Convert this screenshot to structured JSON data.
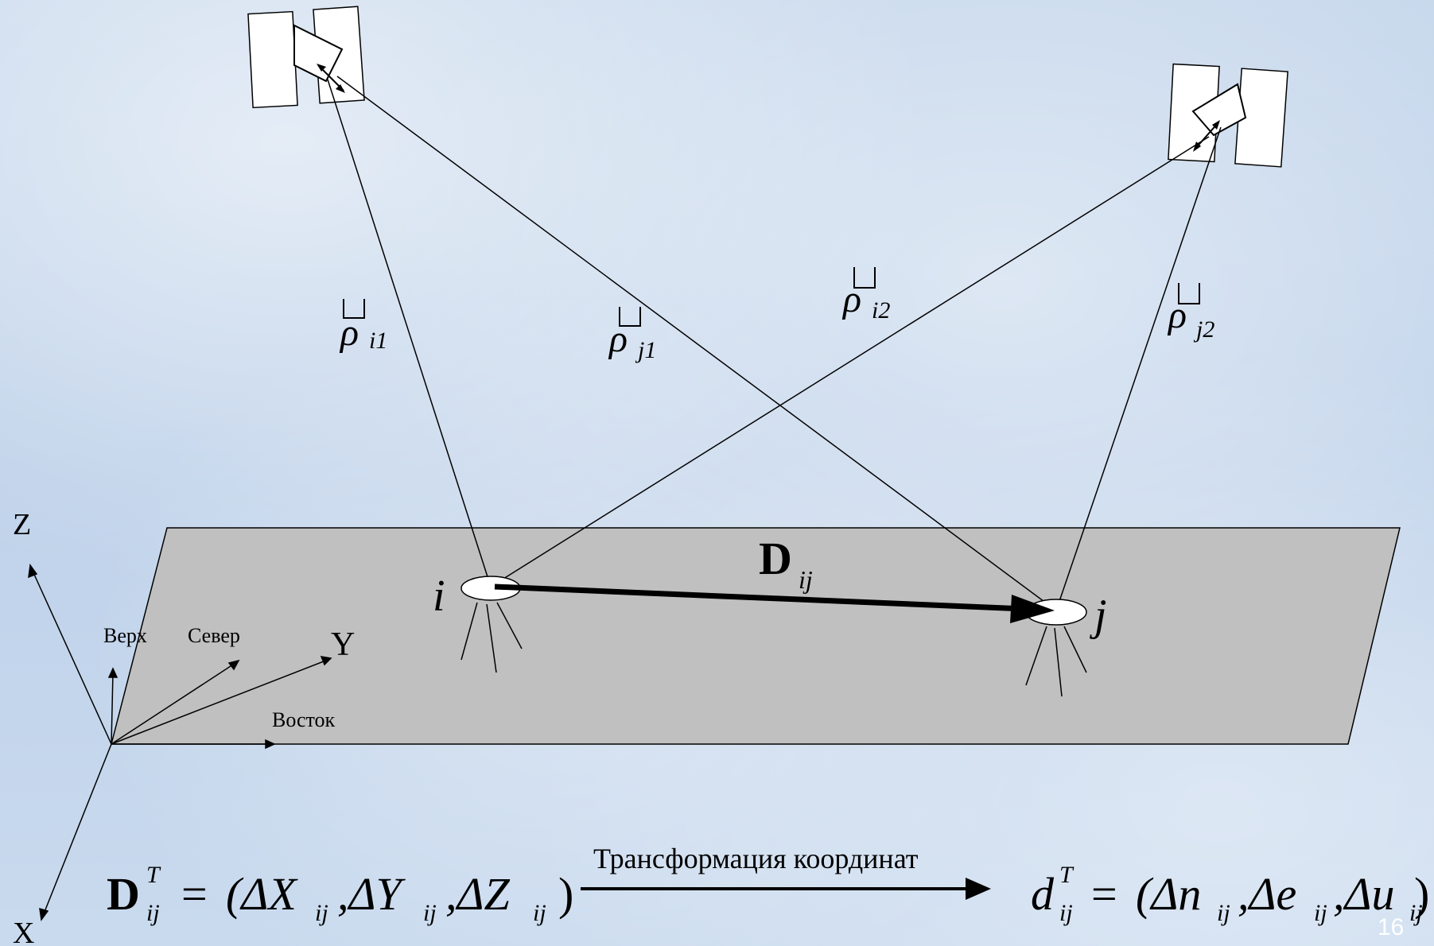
{
  "satellites": [
    {
      "id": "satellite-1"
    },
    {
      "id": "satellite-2"
    }
  ],
  "ranges": {
    "rho_i1": {
      "symbol": "ρ",
      "sub": "i1"
    },
    "rho_j1": {
      "symbol": "ρ",
      "sub": "j1"
    },
    "rho_i2": {
      "symbol": "ρ",
      "sub": "i2"
    },
    "rho_j2": {
      "symbol": "ρ",
      "sub": "j2"
    }
  },
  "stations": {
    "i": "i",
    "j": "j"
  },
  "baseline": {
    "symbol": "D",
    "sub": "ij"
  },
  "axes": {
    "z": "Z",
    "y": "Y",
    "x": "X",
    "up": "Верх",
    "north": "Север",
    "east": "Восток"
  },
  "formula": {
    "left_symbol": "D",
    "left_sup": "T",
    "left_sub": "ij",
    "equals": "=",
    "left_rhs": "(ΔX",
    "transform_label": "Трансформация координат",
    "right_symbol": "d",
    "right_sup": "T",
    "right_sub": "ij"
  },
  "slide_number": "16",
  "colors": {
    "plane": "#c0c0c0",
    "line": "#000000"
  }
}
